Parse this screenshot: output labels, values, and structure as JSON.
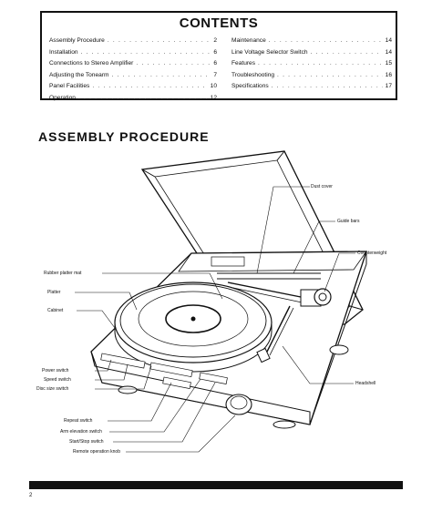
{
  "contents": {
    "title": "CONTENTS",
    "left": [
      {
        "title": "Assembly Procedure",
        "page": "2"
      },
      {
        "title": "Installation",
        "page": "6"
      },
      {
        "title": "Connections to Stereo Amplifier",
        "page": "6"
      },
      {
        "title": "Adjusting the Tonearm",
        "page": "7"
      },
      {
        "title": "Panel Facilities",
        "page": "10"
      },
      {
        "title": "Operation",
        "page": "12"
      }
    ],
    "right": [
      {
        "title": "Maintenance",
        "page": "14"
      },
      {
        "title": "Line Voltage Selector Switch",
        "page": "14"
      },
      {
        "title": "Features",
        "page": "15"
      },
      {
        "title": "Troubleshooting",
        "page": "16"
      },
      {
        "title": "Specifications",
        "page": "17"
      }
    ]
  },
  "section_title": "ASSEMBLY PROCEDURE",
  "labels": {
    "dust_cover": "Dust cover",
    "guide_bars": "Guide bars",
    "counterweight": "Counterweight",
    "rubber_platter_mat": "Rubber platter mat",
    "platter": "Platter",
    "cabinet": "Cabinet",
    "headshell": "Headshell",
    "power_switch": "Power switch",
    "speed_switch": "Speed switch",
    "disc_size_switch": "Disc size switch",
    "repeat_switch": "Repeat switch",
    "arm_elevation_switch": "Arm elevation switch",
    "start_stop_switch": "Start/Stop switch",
    "remote_operation_knob": "Remote operation knob"
  },
  "page_number": "2"
}
